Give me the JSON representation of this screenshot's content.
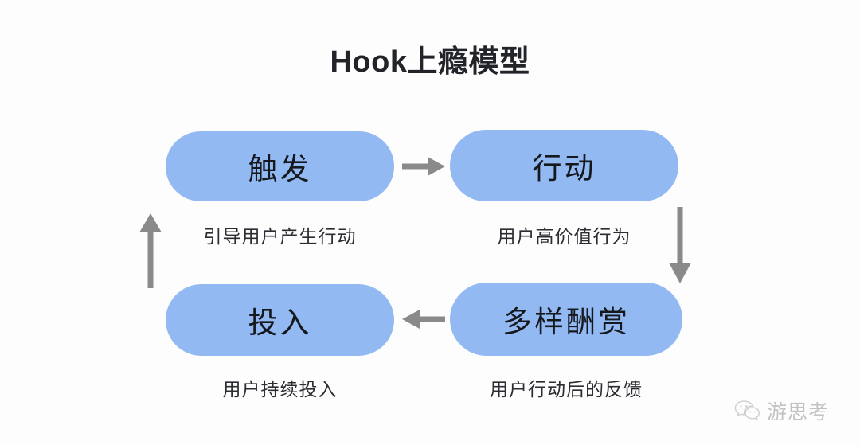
{
  "diagram": {
    "title": "Hook上瘾模型",
    "background_color": "#fdfdfd",
    "node_fill_color": "#93b9f2",
    "node_text_color": "#15181d",
    "arrow_color": "#8a8a8a",
    "caption_color": "#2b2d33",
    "nodes": [
      {
        "id": "trigger",
        "label": "触发"
      },
      {
        "id": "action",
        "label": "行动"
      },
      {
        "id": "reward",
        "label": "多样酬赏"
      },
      {
        "id": "invest",
        "label": "投入"
      }
    ],
    "edges": [
      {
        "id": "trigger-action",
        "from": "trigger",
        "to": "action",
        "direction": "right",
        "label": "引导用户产生行动"
      },
      {
        "id": "action-reward",
        "from": "action",
        "to": "reward",
        "direction": "down",
        "label": "用户高价值行为"
      },
      {
        "id": "reward-invest",
        "from": "reward",
        "to": "invest",
        "direction": "left",
        "label": "用户行动后的反馈"
      },
      {
        "id": "invest-trigger",
        "from": "invest",
        "to": "trigger",
        "direction": "up",
        "label": "用户持续投入"
      }
    ]
  },
  "watermark": {
    "icon": "wechat-icon",
    "text": "游思考"
  }
}
